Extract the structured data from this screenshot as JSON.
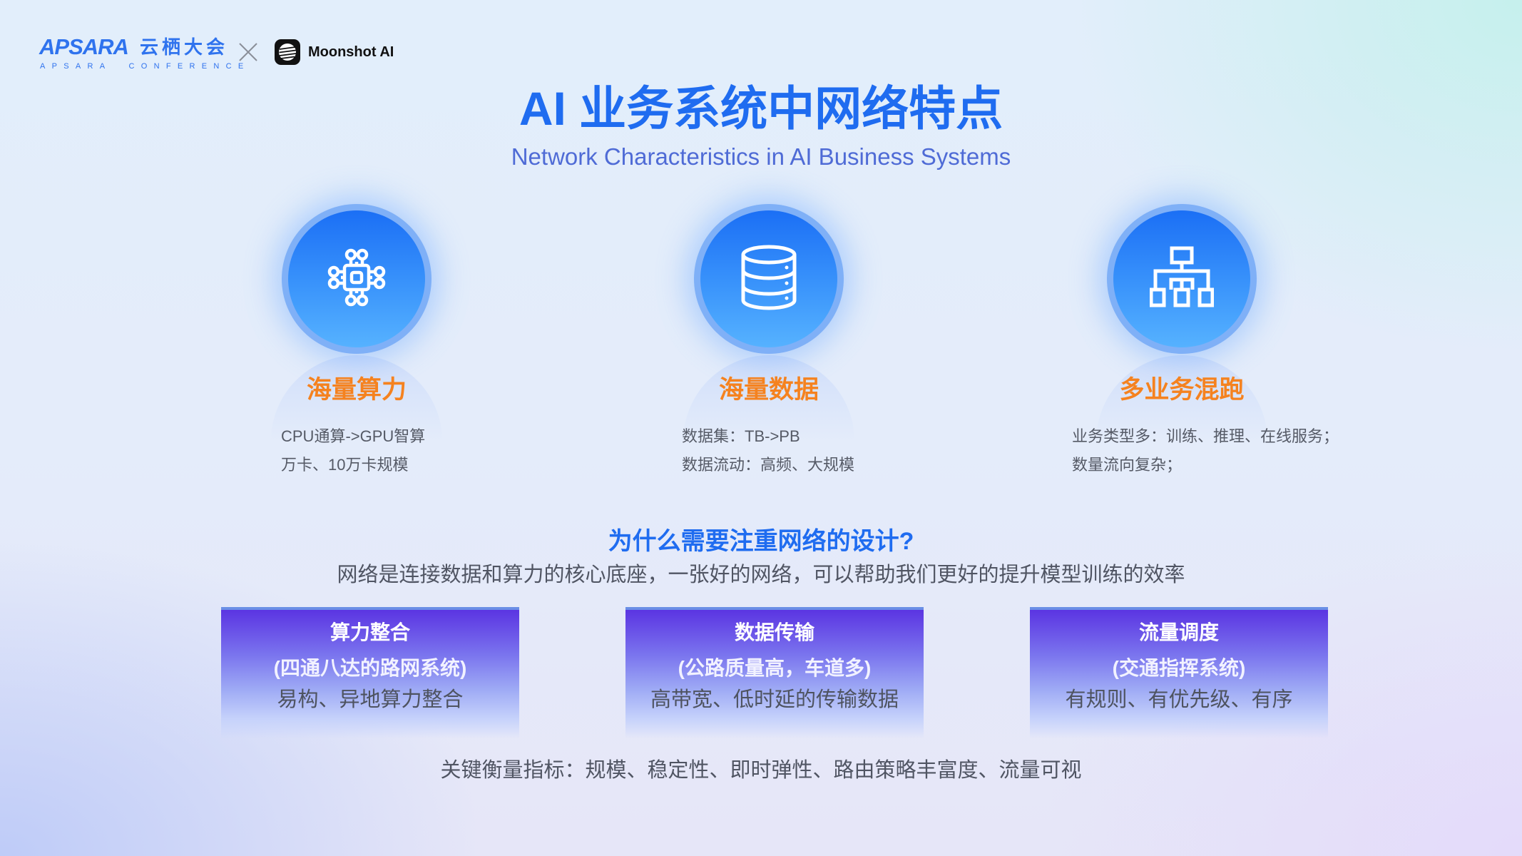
{
  "header": {
    "apsara_logo": "APSARA",
    "apsara_cn": "云栖大会",
    "apsara_sub": "APSARA  CONFERENCE",
    "separator_icon": "times-icon",
    "partner_icon": "moonshot-logo-icon",
    "partner_name": "Moonshot AI"
  },
  "title": "AI 业务系统中网络特点",
  "subtitle": "Network Characteristics in AI Business Systems",
  "features": [
    {
      "icon": "chip-icon",
      "label": "海量算力",
      "lines": [
        "CPU通算->GPU智算",
        "万卡、10万卡规模"
      ]
    },
    {
      "icon": "database-icon",
      "label": "海量数据",
      "lines": [
        "数据集：TB->PB",
        "数据流动：高频、大规模"
      ]
    },
    {
      "icon": "hierarchy-icon",
      "label": "多业务混跑",
      "lines": [
        "业务类型多：训练、推理、在线服务；",
        "数量流向复杂；"
      ]
    }
  ],
  "why": {
    "title": "为什么需要注重网络的设计?",
    "description": "网络是连接数据和算力的核心底座，一张好的网络，可以帮助我们更好的提升模型训练的效率"
  },
  "boxes": [
    {
      "title": "算力整合",
      "subtitle": "(四通八达的路网系统)",
      "desc": "易构、异地算力整合"
    },
    {
      "title": "数据传输",
      "subtitle": "(公路质量高，车道多)",
      "desc": "高带宽、低时延的传输数据"
    },
    {
      "title": "流量调度",
      "subtitle": "(交通指挥系统)",
      "desc": "有规则、有优先级、有序"
    }
  ],
  "metrics": "关键衡量指标：规模、稳定性、即时弹性、路由策略丰富度、流量可视",
  "colors": {
    "title_blue": "#1f6cf0",
    "subtitle_blue": "#4f6bd6",
    "label_orange": "#f5821f",
    "circle_top": "#1b6ff5",
    "circle_bottom": "#56b2ff",
    "box_top_purple": "#5b34e2",
    "body_text": "#505563"
  }
}
